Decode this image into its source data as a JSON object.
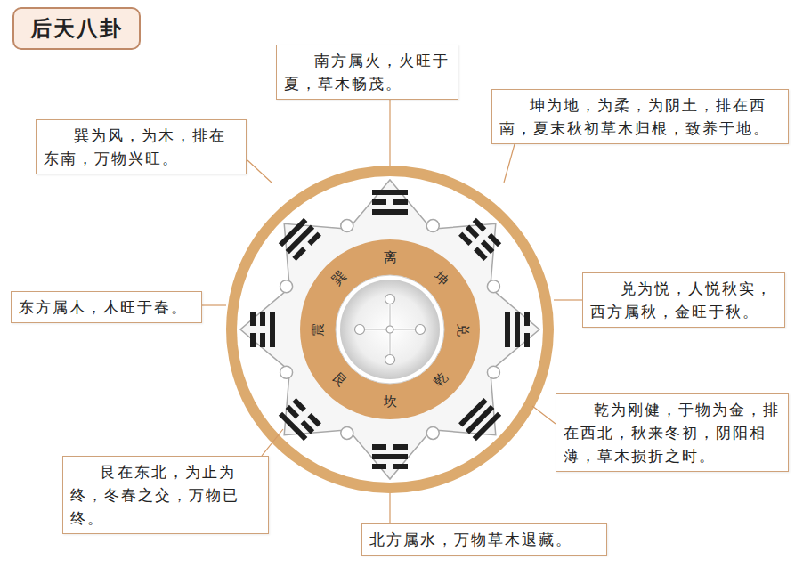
{
  "diagram": {
    "title": "后天八卦",
    "nodes": [
      {
        "text": [
          "南方属火，火旺于夏，草木畅茂。"
        ]
      },
      {
        "text": [
          "坤为地，为柔，为阴土，排在西南，夏末秋初草木归根，致养于地。"
        ]
      },
      {
        "text": [
          "巽为风，为木，排在东南，万物兴旺。"
        ]
      },
      {
        "text": [
          "东方属木，木旺于春。"
        ]
      },
      {
        "text": [
          "兑为悦，人悦秋实，西方属秋，金旺于秋。"
        ]
      },
      {
        "text": [
          "乾为刚健，于物为金，排在西北，秋来冬初，阴阳相薄，草木损折之时。"
        ]
      },
      {
        "text": [
          "艮在东北，为止为终，冬春之交，万物已终。"
        ]
      },
      {
        "text": [
          "北方属水，万物草木退藏。"
        ]
      }
    ],
    "labels": [
      "离",
      "巽",
      "坤",
      "震",
      "兑",
      "艮",
      "乾",
      "坎"
    ]
  }
}
